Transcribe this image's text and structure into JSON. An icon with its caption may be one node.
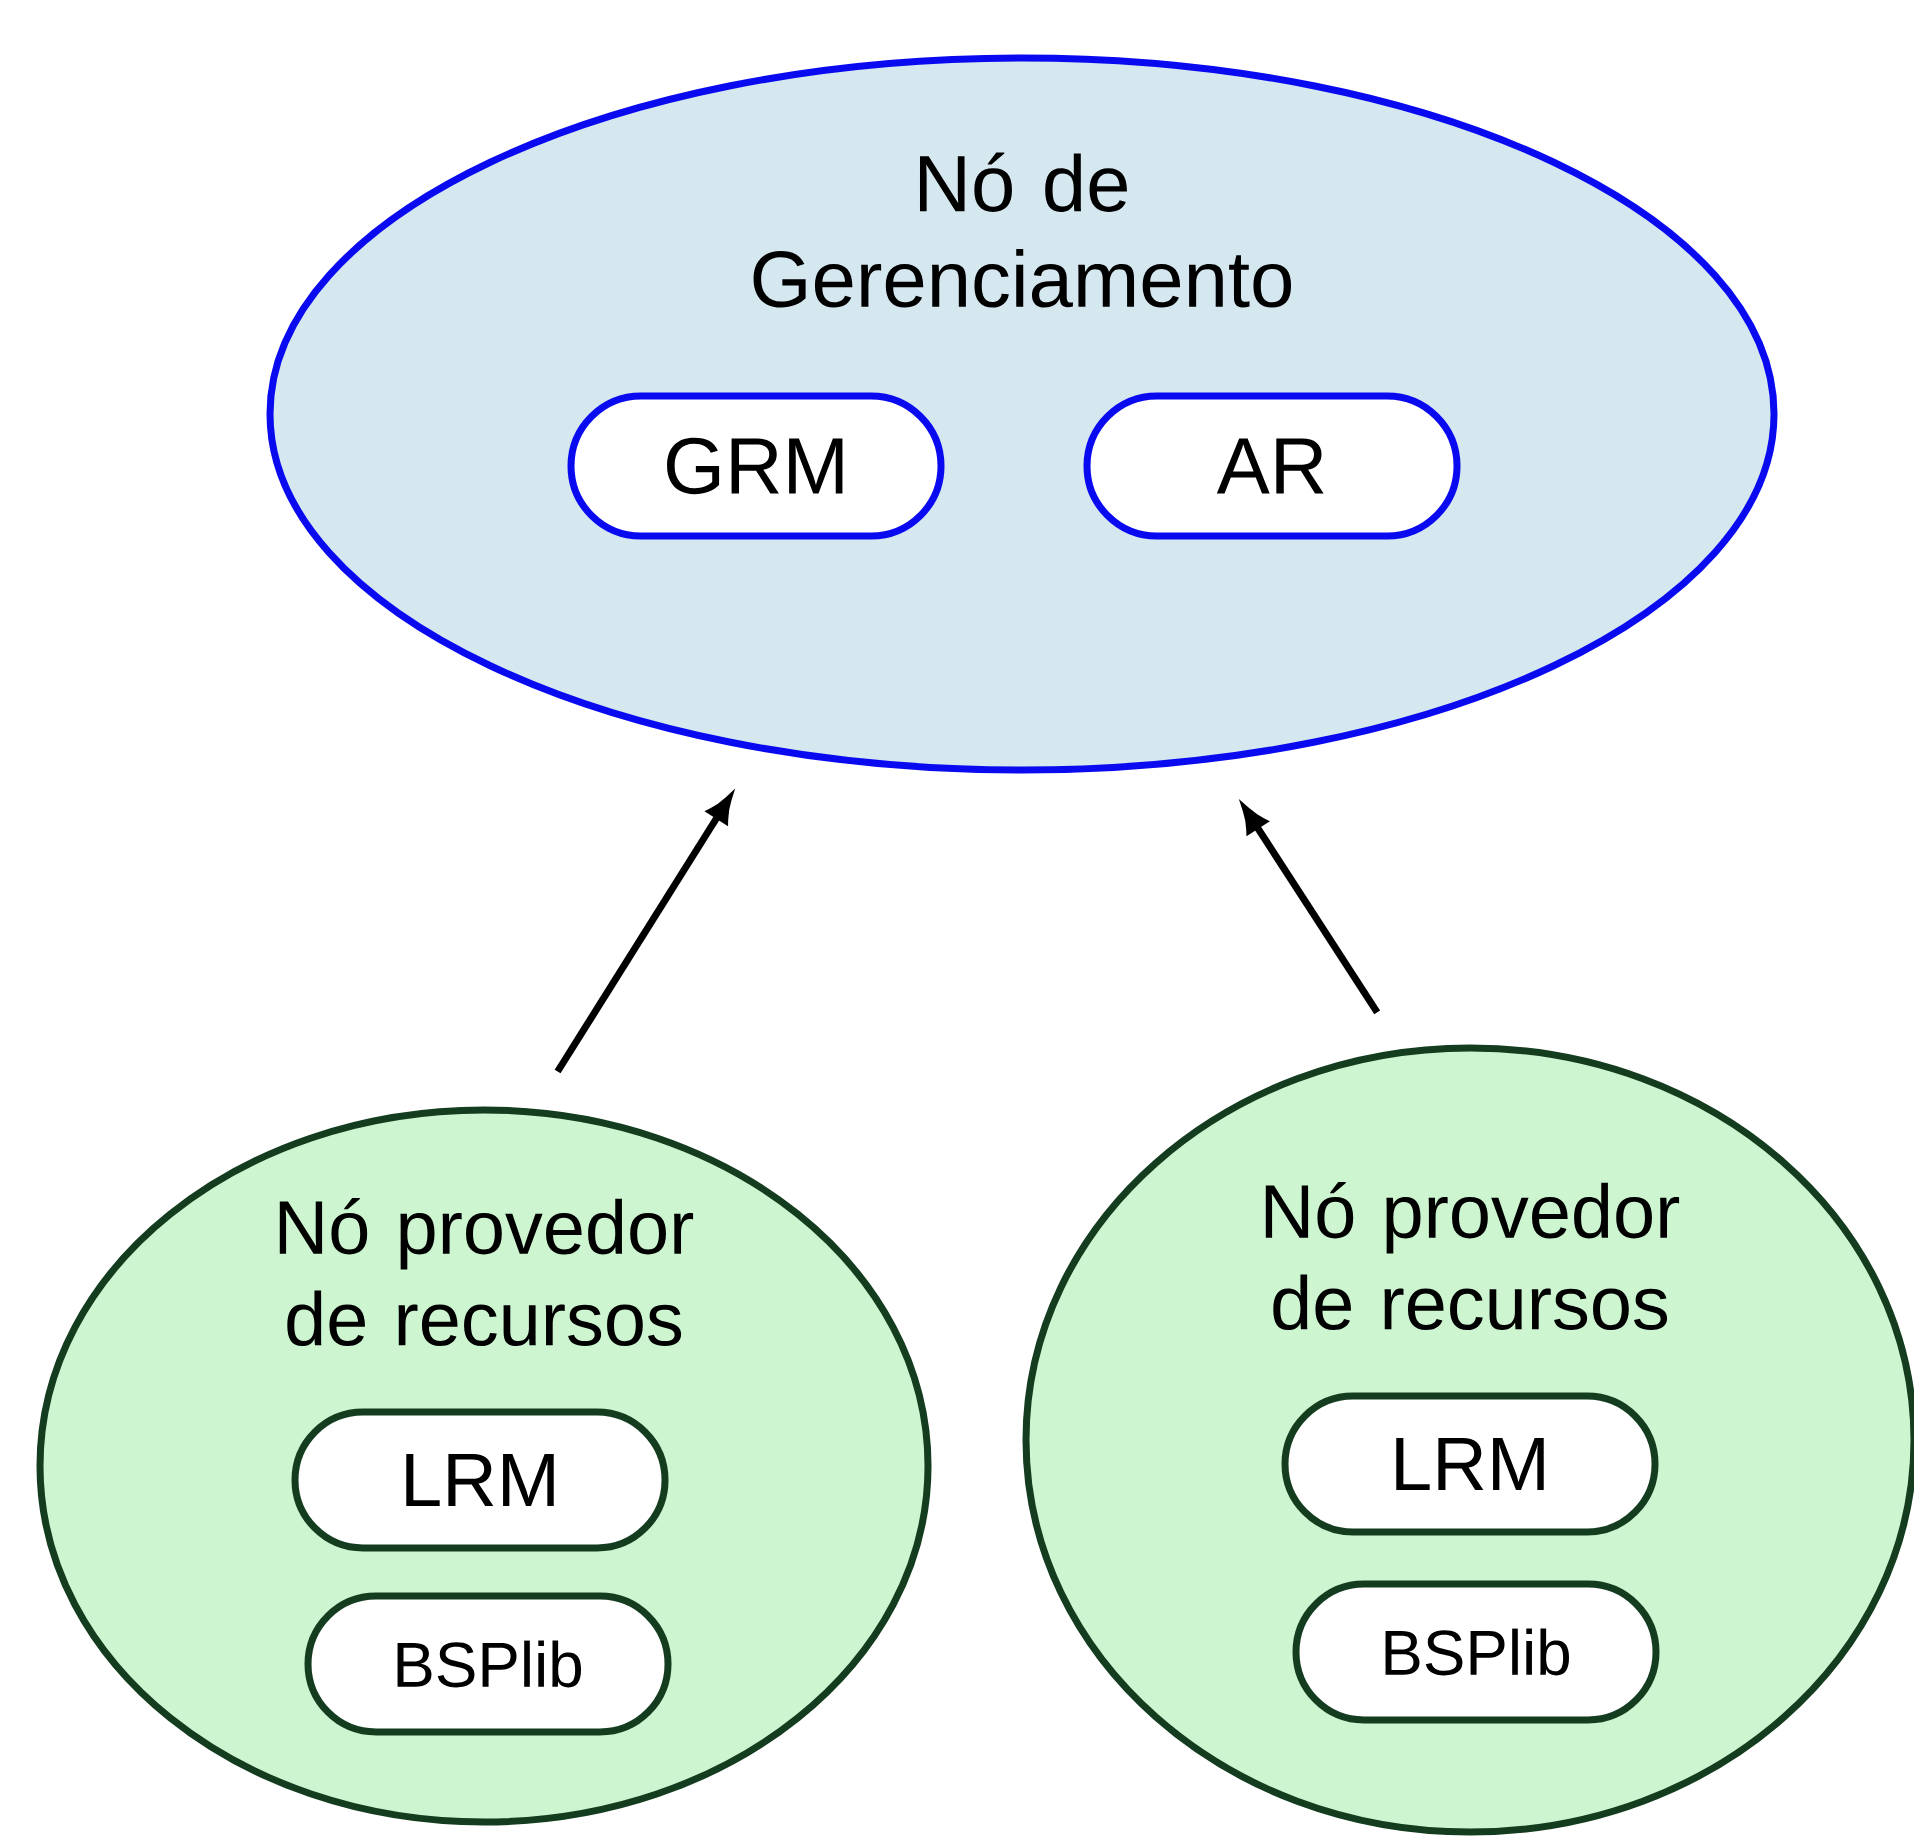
{
  "diagram": {
    "nodes": [
      {
        "text": [
          "Nó de Gerenciamento"
        ]
      },
      {
        "text": [
          "GRM"
        ],
        "in": 0
      },
      {
        "text": [
          "AR"
        ],
        "in": 0
      },
      {
        "text": [
          "Nó provedor de recursos"
        ]
      },
      {
        "text": [
          "LRM"
        ],
        "in": 3
      },
      {
        "text": [
          "BSPlib"
        ],
        "in": 3
      },
      {
        "text": [
          "Nó provedor de recursos"
        ]
      },
      {
        "text": [
          "LRM"
        ],
        "in": 6
      },
      {
        "text": [
          "BSPlib"
        ],
        "in": 6
      }
    ],
    "edges": [
      {
        "from": 3,
        "to": 0,
        "arrow": "to"
      },
      {
        "from": 6,
        "to": 0,
        "arrow": "to"
      }
    ]
  }
}
